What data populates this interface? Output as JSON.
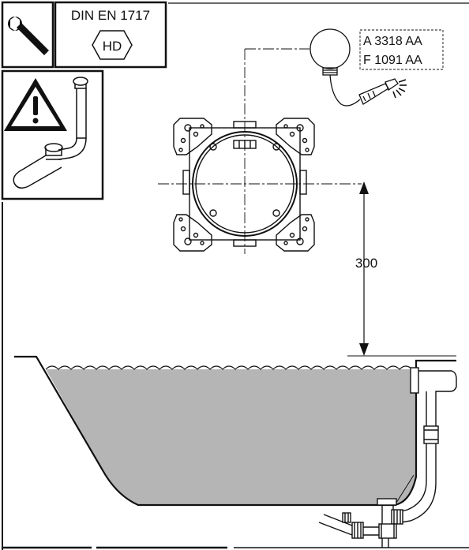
{
  "standard": {
    "norm_label": "DIN EN 1717",
    "class_label": "HD"
  },
  "product_codes": [
    "A 3318 AA",
    "F 1091 AA"
  ],
  "dimension": {
    "value_label": "300"
  },
  "icons": {
    "tool": "wrench-icon",
    "warning": "warning-triangle-icon",
    "fitting": "bath-filler-icon",
    "shower": "hand-shower-icon"
  },
  "colors": {
    "line": "#111111",
    "water": "#b5b5b5",
    "background": "#ffffff"
  }
}
